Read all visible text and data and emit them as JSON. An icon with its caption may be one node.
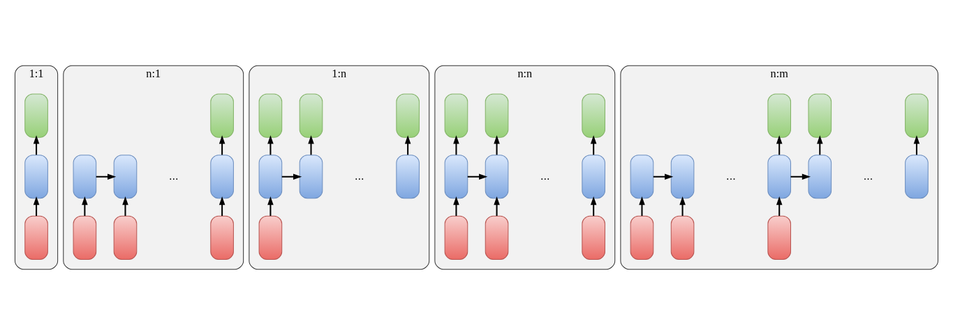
{
  "diagram": {
    "nodes": [
      {
        "text": [
          "1:1"
        ]
      },
      {
        "text": [],
        "shape": "box",
        "in": 0
      },
      {
        "text": [],
        "shape": "box",
        "in": 0
      },
      {
        "text": [],
        "shape": "box",
        "in": 0
      },
      {
        "text": [
          "n:1"
        ]
      },
      {
        "text": [],
        "shape": "box",
        "in": 4
      },
      {
        "text": [],
        "shape": "box",
        "in": 4
      },
      {
        "text": [],
        "shape": "box",
        "in": 4
      },
      {
        "text": [],
        "shape": "box",
        "in": 4
      },
      {
        "text": [],
        "shape": "box",
        "in": 4
      },
      {
        "text": [],
        "shape": "box",
        "in": 4
      },
      {
        "text": [],
        "shape": "box",
        "in": 4
      },
      {
        "text": [
          "1:n"
        ]
      },
      {
        "text": [],
        "shape": "box",
        "in": 12
      },
      {
        "text": [],
        "shape": "box",
        "in": 12
      },
      {
        "text": [],
        "shape": "box",
        "in": 12
      },
      {
        "text": [],
        "shape": "box",
        "in": 12
      },
      {
        "text": [],
        "shape": "box",
        "in": 12
      },
      {
        "text": [],
        "shape": "box",
        "in": 12
      },
      {
        "text": [],
        "shape": "box",
        "in": 12
      },
      {
        "text": [
          "n:n"
        ]
      },
      {
        "text": [],
        "shape": "box",
        "in": 20
      },
      {
        "text": [],
        "shape": "box",
        "in": 20
      },
      {
        "text": [],
        "shape": "box",
        "in": 20
      },
      {
        "text": [],
        "shape": "box",
        "in": 20
      },
      {
        "text": [],
        "shape": "box",
        "in": 20
      },
      {
        "text": [],
        "shape": "box",
        "in": 20
      },
      {
        "text": [],
        "shape": "box",
        "in": 20
      },
      {
        "text": [],
        "shape": "box",
        "in": 20
      },
      {
        "text": [],
        "shape": "box",
        "in": 20
      },
      {
        "text": [
          "n:m"
        ]
      },
      {
        "text": [],
        "shape": "box",
        "in": 30
      },
      {
        "text": [],
        "shape": "box",
        "in": 30
      },
      {
        "text": [],
        "shape": "box",
        "in": 30
      },
      {
        "text": [],
        "shape": "box",
        "in": 30
      },
      {
        "text": [],
        "shape": "box",
        "in": 30
      },
      {
        "text": [],
        "shape": "box",
        "in": 30
      },
      {
        "text": [],
        "shape": "box",
        "in": 30
      },
      {
        "text": [],
        "shape": "box",
        "in": 30
      },
      {
        "text": [],
        "shape": "box",
        "in": 30
      },
      {
        "text": [],
        "shape": "box",
        "in": 30
      },
      {
        "text": [],
        "shape": "box",
        "in": 30
      }
    ],
    "edges": [
      {
        "from": 3,
        "to": 2,
        "arrow": "to"
      },
      {
        "from": 2,
        "to": 1,
        "arrow": "to"
      },
      {
        "from": 9,
        "to": 6,
        "arrow": "to"
      },
      {
        "from": 10,
        "to": 7,
        "arrow": "to"
      },
      {
        "from": 11,
        "to": 8,
        "arrow": "to"
      },
      {
        "from": 6,
        "to": 7,
        "arrow": "to"
      },
      {
        "from": 8,
        "to": 5,
        "arrow": "to"
      },
      {
        "from": 19,
        "to": 16,
        "arrow": "to"
      },
      {
        "from": 16,
        "to": 17,
        "arrow": "to"
      },
      {
        "from": 16,
        "to": 13,
        "arrow": "to"
      },
      {
        "from": 17,
        "to": 14,
        "arrow": "to"
      },
      {
        "from": 18,
        "to": 15,
        "arrow": "to"
      },
      {
        "from": 27,
        "to": 24,
        "arrow": "to"
      },
      {
        "from": 28,
        "to": 25,
        "arrow": "to"
      },
      {
        "from": 29,
        "to": 26,
        "arrow": "to"
      },
      {
        "from": 24,
        "to": 25,
        "arrow": "to"
      },
      {
        "from": 24,
        "to": 21,
        "arrow": "to"
      },
      {
        "from": 25,
        "to": 22,
        "arrow": "to"
      },
      {
        "from": 26,
        "to": 23,
        "arrow": "to"
      },
      {
        "from": 39,
        "to": 34,
        "arrow": "to"
      },
      {
        "from": 40,
        "to": 35,
        "arrow": "to"
      },
      {
        "from": 41,
        "to": 36,
        "arrow": "to"
      },
      {
        "from": 34,
        "to": 35,
        "arrow": "to"
      },
      {
        "from": 36,
        "to": 37,
        "arrow": "to"
      },
      {
        "from": 36,
        "to": 31,
        "arrow": "to"
      },
      {
        "from": 37,
        "to": 32,
        "arrow": "to"
      },
      {
        "from": 38,
        "to": 33,
        "arrow": "to"
      }
    ],
    "labels": [
      "...",
      "...",
      "...",
      "...",
      "..."
    ]
  }
}
